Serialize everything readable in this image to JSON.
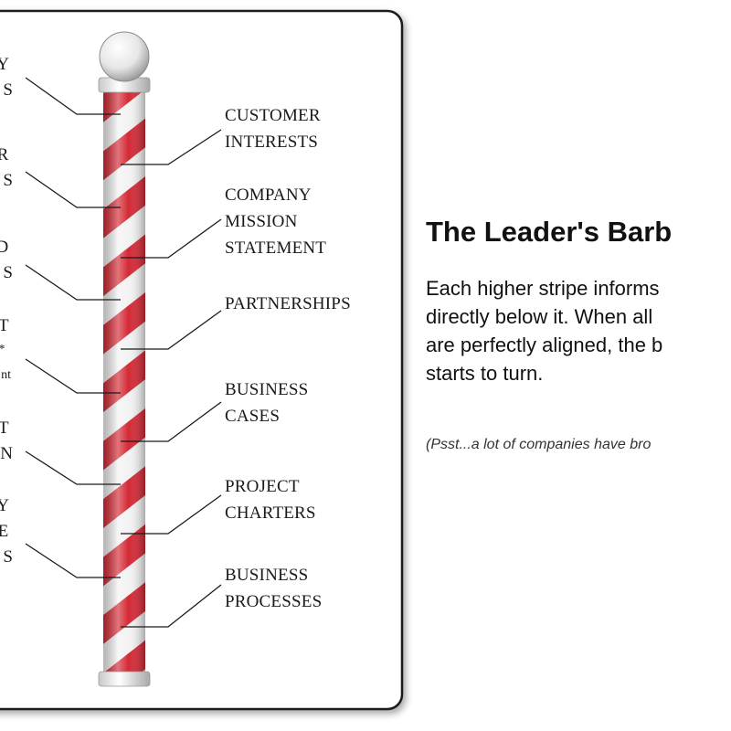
{
  "diagram": {
    "pole_labels": [
      {
        "lines": [
          "CUSTOMER",
          "INTERESTS"
        ]
      },
      {
        "lines": [
          "COMPANY",
          "MISSION",
          "STATEMENT"
        ]
      },
      {
        "lines": [
          "PARTNERSHIPS"
        ]
      },
      {
        "lines": [
          "BUSINESS",
          "CASES"
        ]
      },
      {
        "lines": [
          "PROJECT",
          "CHARTERS"
        ]
      },
      {
        "lines": [
          "BUSINESS",
          "PROCESSES"
        ]
      }
    ],
    "left_fragments": [
      {
        "lines": [
          "Y",
          "S"
        ]
      },
      {
        "lines": [
          "R",
          "S"
        ]
      },
      {
        "lines": [
          "D",
          "S"
        ]
      },
      {
        "lines": [
          "T",
          "*",
          "nt"
        ]
      },
      {
        "lines": [
          "T",
          "N"
        ]
      },
      {
        "lines": [
          "Y",
          "E",
          "S"
        ]
      }
    ],
    "colors": {
      "stripe_red": "#d42a36",
      "stripe_white": "#f2f2f2",
      "panel_border": "#1a1a1a"
    }
  },
  "side_panel": {
    "title": "The Leader's Barb",
    "body_lines": [
      "Each higher stripe informs",
      "directly below it. When all",
      "are perfectly aligned, the b",
      "starts to turn."
    ],
    "note": "(Psst...a lot of companies have bro"
  }
}
